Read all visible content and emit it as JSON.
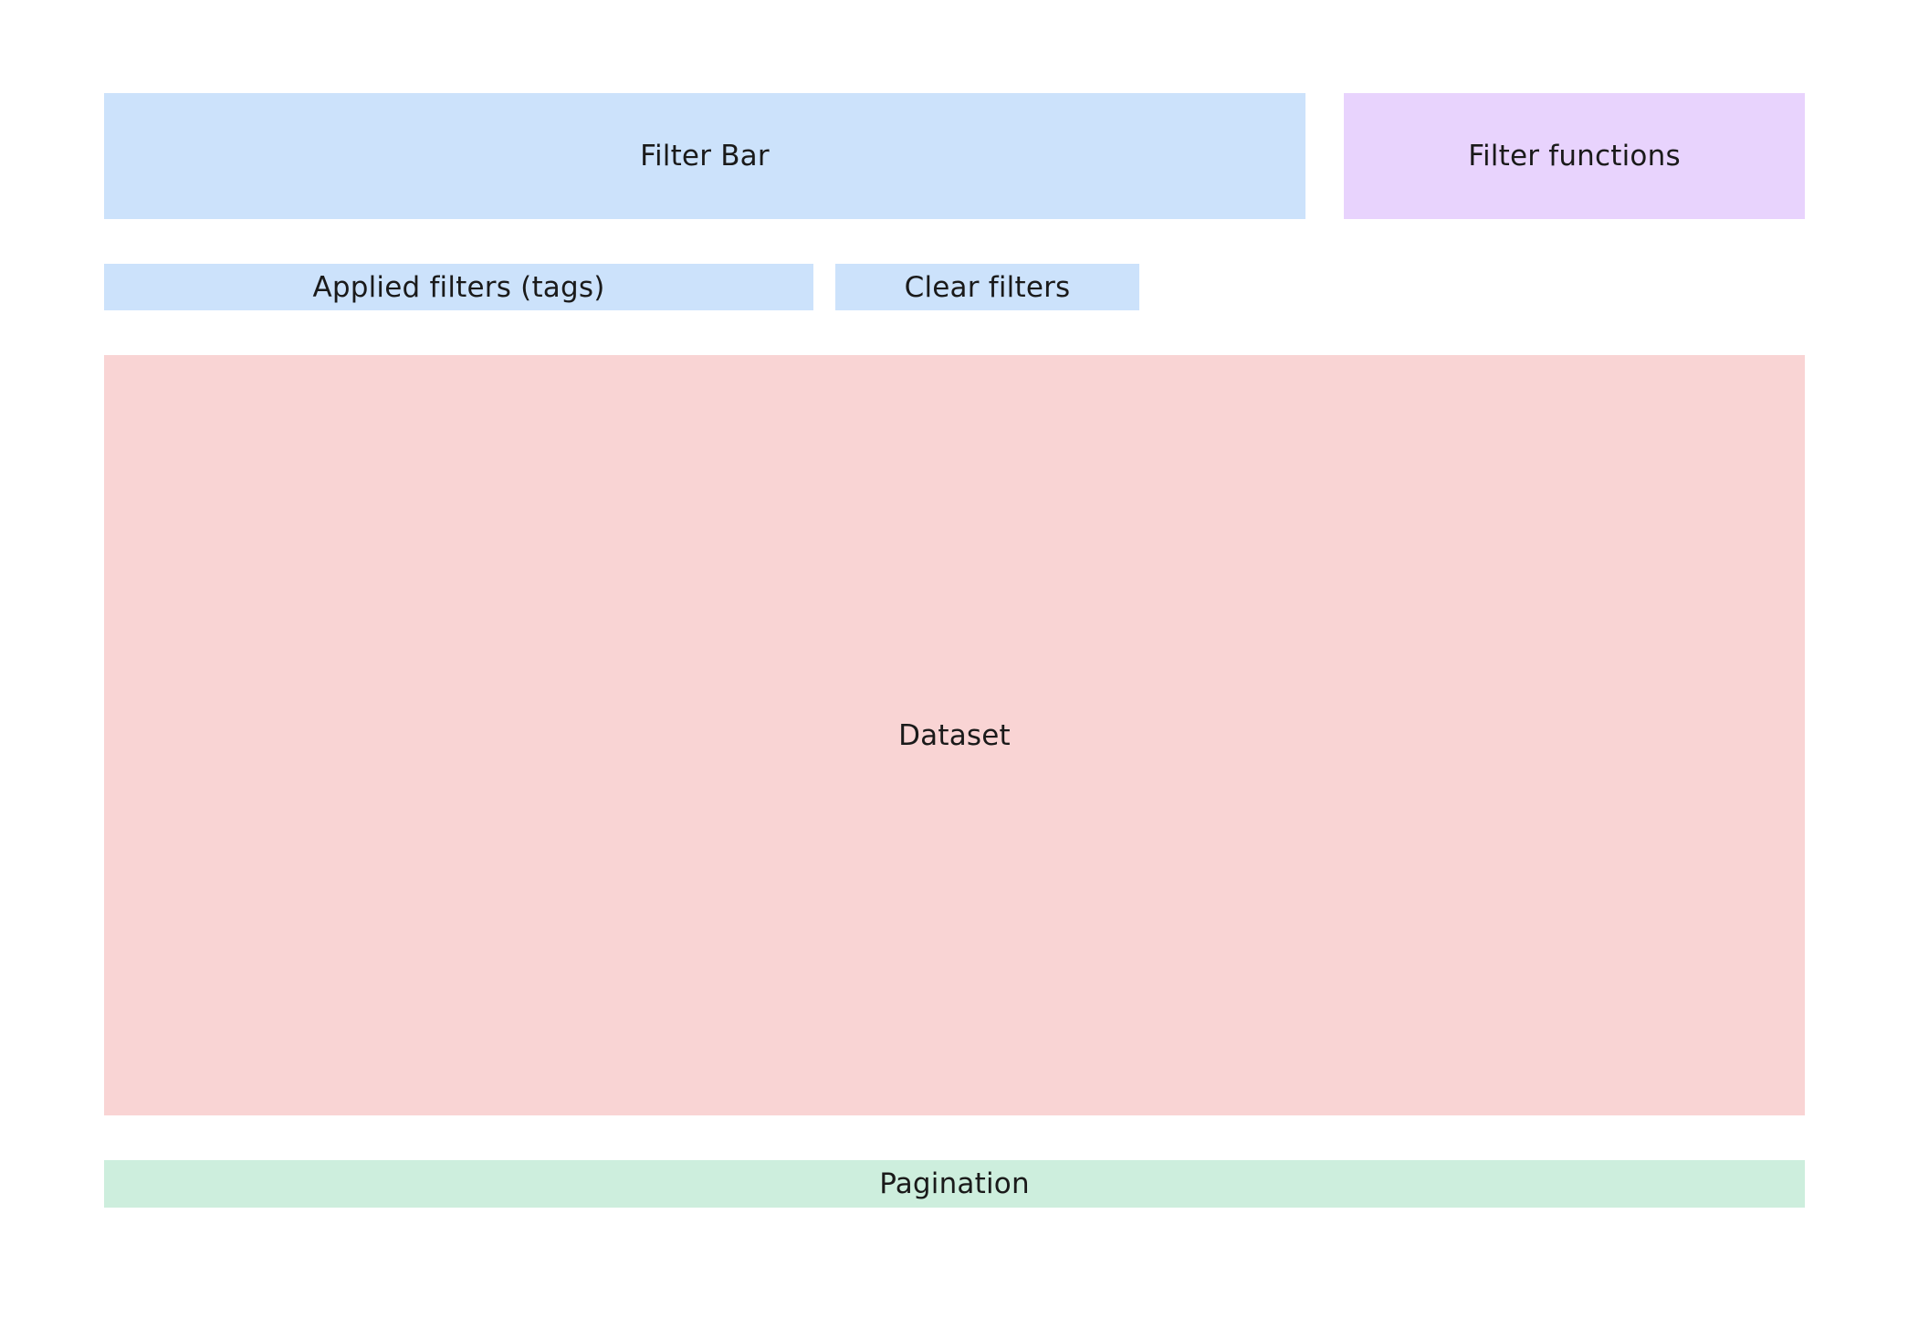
{
  "wireframe": {
    "filter_bar": {
      "label": "Filter Bar"
    },
    "filter_functions": {
      "label": "Filter functions"
    },
    "applied_filters": {
      "label": "Applied filters (tags)"
    },
    "clear_filters": {
      "label": "Clear filters"
    },
    "dataset": {
      "label": "Dataset"
    },
    "pagination": {
      "label": "Pagination"
    }
  },
  "colors": {
    "filter_region": "#cce2fb",
    "functions_region": "#e8d3fd",
    "dataset_region": "#f9d4d4",
    "pagination_region": "#cdeedd"
  }
}
